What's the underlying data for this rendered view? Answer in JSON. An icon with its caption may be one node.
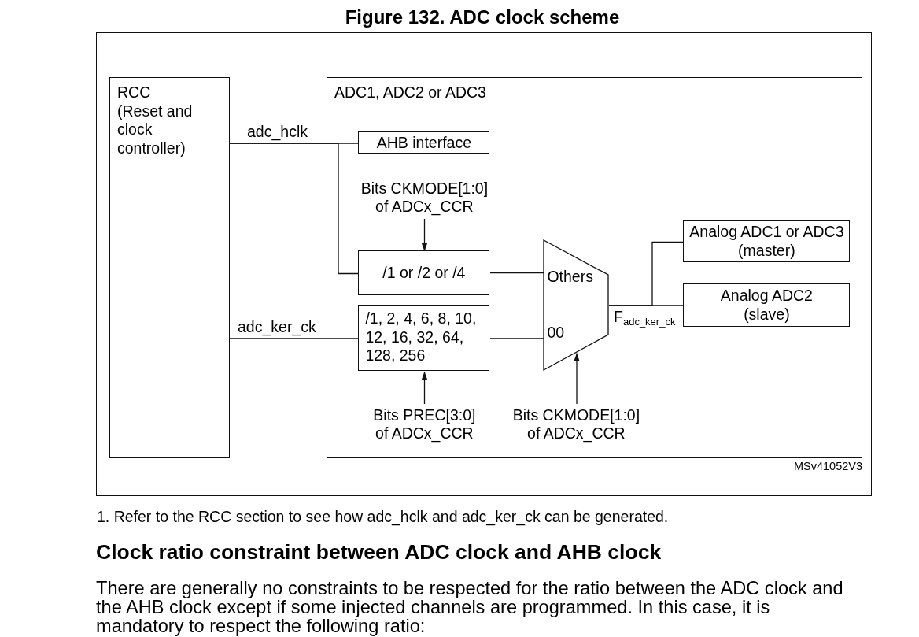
{
  "diagram": {
    "title": "Figure 132. ADC clock scheme",
    "nodes": [
      {
        "text": [
          "RCC",
          "(Reset and clock controller)"
        ]
      },
      {
        "text": [
          "ADC1, ADC2 or ADC3"
        ]
      },
      {
        "text": [
          "AHB interface"
        ],
        "in": 1
      },
      {
        "text": [
          "Bits CKMODE[1:0] of ADCx_CCR"
        ],
        "in": 1
      },
      {
        "text": [
          "/1 or /2 or /4"
        ],
        "in": 1
      },
      {
        "text": [
          "/1, 2, 4, 6, 8, 10, 12, 16, 32, 64, 128, 256"
        ],
        "in": 1
      },
      {
        "text": [
          "Bits PREC[3:0] of ADCx_CCR"
        ],
        "in": 1
      },
      {
        "text": [
          "Others",
          "00"
        ],
        "in": 1
      },
      {
        "text": [
          "Bits CKMODE[1:0] of ADCx_CCR"
        ],
        "in": 1
      },
      {
        "text": [
          "Analog ADC1 or ADC3 (master)"
        ],
        "in": 1
      },
      {
        "text": [
          "Analog ADC2 (slave)"
        ],
        "in": 1
      }
    ],
    "edges": [
      {
        "from": 0,
        "to": 2,
        "arrow": "none",
        "label": "adc_hclk"
      },
      {
        "from": 0,
        "to": 4,
        "arrow": "none"
      },
      {
        "from": 0,
        "to": 5,
        "arrow": "none",
        "label": "adc_ker_ck"
      },
      {
        "from": 3,
        "to": 4,
        "arrow": "to"
      },
      {
        "from": 6,
        "to": 5,
        "arrow": "to"
      },
      {
        "from": 4,
        "to": 7,
        "arrow": "none"
      },
      {
        "from": 5,
        "to": 7,
        "arrow": "none"
      },
      {
        "from": 8,
        "to": 7,
        "arrow": "to"
      },
      {
        "from": 7,
        "to": 9,
        "arrow": "none"
      },
      {
        "from": 7,
        "to": 10,
        "arrow": "none",
        "label": "F$_{adc_ker_ck}$"
      }
    ],
    "labels": [
      "MSv41052V3",
      "1. Refer to the RCC section to see how adc_hclk and adc_ker_ck can be generated.",
      "Clock ratio constraint between ADC clock and AHB clock",
      "There are generally no constraints to be respected for the ratio between the ADC clock and the AHB clock except if some injected channels are programmed. In this case, it is mandatory to respect the following ratio:"
    ]
  }
}
